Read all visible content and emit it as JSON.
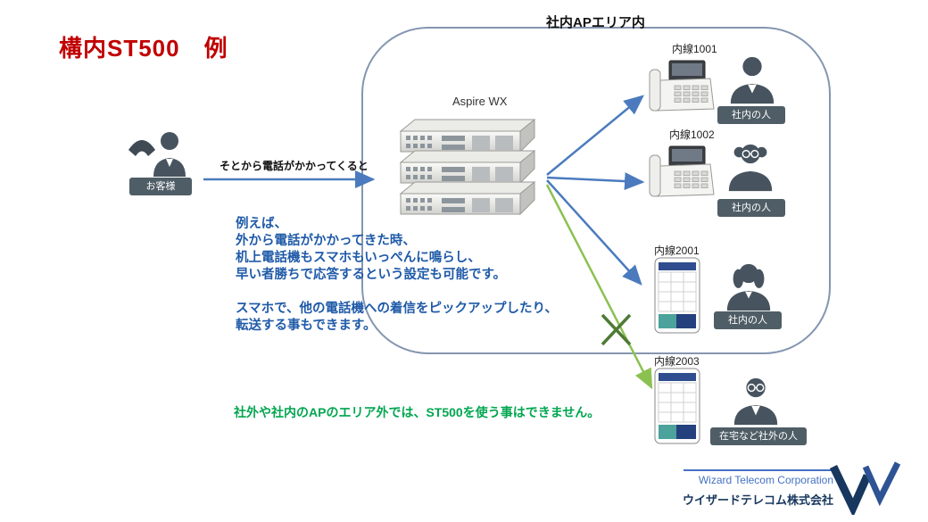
{
  "title": "構内ST500　例",
  "area_label": "社内APエリア内",
  "customer": {
    "badge": "お客様"
  },
  "incoming_label": "そとから電話がかかってくると",
  "server_label": "Aspire WX",
  "extensions": [
    {
      "id": "内線1001",
      "badge": "社内の人",
      "device": "deskphone",
      "person": "man"
    },
    {
      "id": "内線1002",
      "badge": "社内の人",
      "device": "deskphone",
      "person": "woman-glasses"
    },
    {
      "id": "内線2001",
      "badge": "社内の人",
      "device": "smartphone",
      "person": "woman"
    },
    {
      "id": "内線2003",
      "badge": "在宅など社外の人",
      "device": "smartphone",
      "person": "man-glasses"
    }
  ],
  "body_text": [
    "例えば、",
    "外から電話がかかってきた時、",
    "机上電話機もスマホもいっぺんに鳴らし、",
    "早い者勝ちで応答するという設定も可能です。",
    "",
    "スマホで、他の電話機への着信をピックアップしたり、",
    "転送する事もできます。"
  ],
  "note_text": "社外や社内のAPのエリア外では、ST500を使う事はできません。",
  "footer": {
    "company_en": "Wizard Telecom Corporation",
    "company_jp": "ウイザードテレコム株式会社"
  },
  "colors": {
    "title_red": "#C00000",
    "body_blue": "#1F5AA8",
    "note_green": "#00A64F",
    "arrow_blue": "#4B7BBE",
    "arrow_green": "#8CC152",
    "cross_green": "#4E7A35",
    "badge_bg": "#4F5D66",
    "area_border": "#8496B0",
    "footer_blue": "#4472C4",
    "footer_navy": "#17375E"
  }
}
